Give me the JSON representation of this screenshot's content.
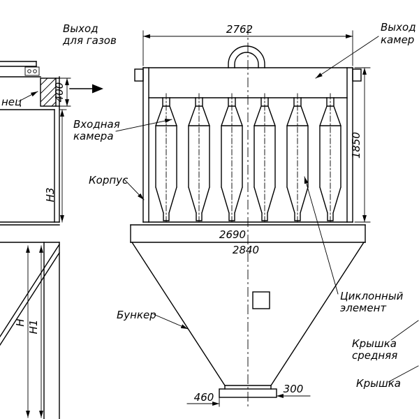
{
  "drawing": {
    "labels": {
      "gas_outlet_1": "Выход",
      "gas_outlet_2": "для газов",
      "flange_partial": "нец",
      "outlet_chamber_1": "Выход",
      "outlet_chamber_2": "камер",
      "inlet_chamber_1": "Входная",
      "inlet_chamber_2": "камера",
      "housing": "Корпус",
      "bunker": "Бункер",
      "cyclone_element_1": "Циклонный",
      "cyclone_element_2": "элемент",
      "cover_middle_1": "Крышка",
      "cover_middle_2": "средняя",
      "cover": "Крышка"
    },
    "dimensions": {
      "top_width": "2762",
      "right_height": "1850",
      "flange_width": "2690",
      "base_width": "2840",
      "outlet_left": "460",
      "outlet_right": "300",
      "gas_outlet_height": "400",
      "height_h": "Н",
      "height_h1": "Н1",
      "height_h3": "Н3"
    }
  }
}
